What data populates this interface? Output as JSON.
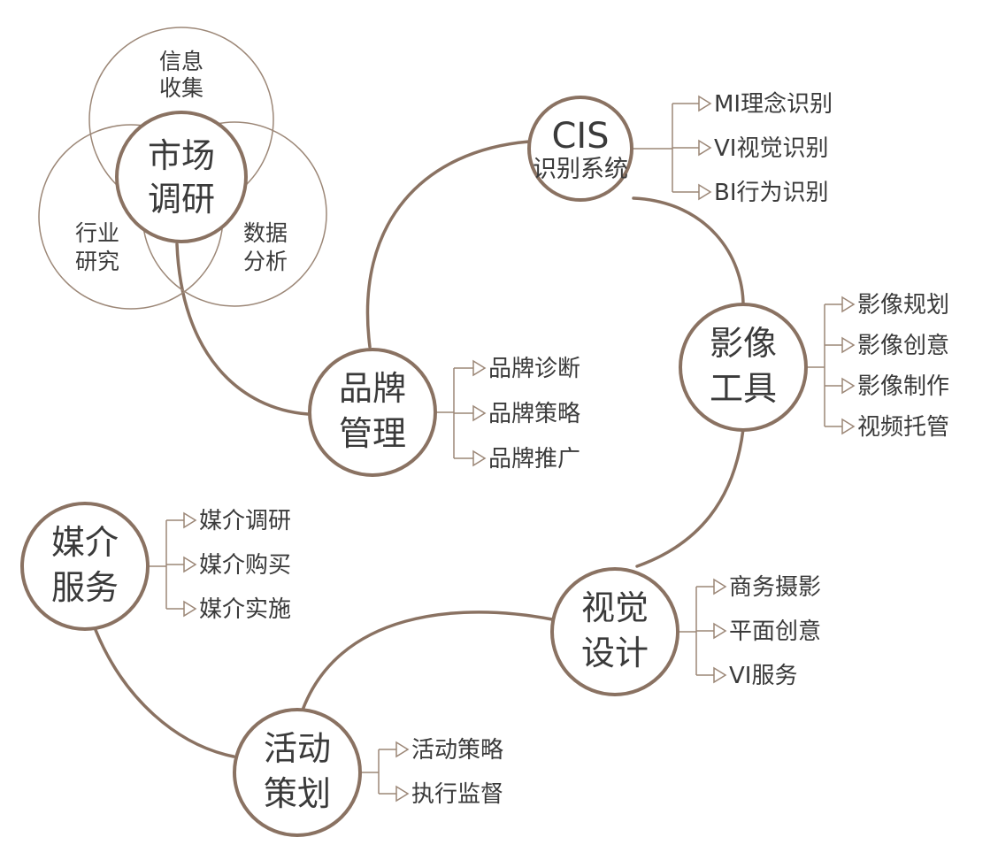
{
  "colors": {
    "stroke": "#8a7262",
    "thin_stroke": "#9c8777",
    "text": "#333333",
    "background": "#ffffff"
  },
  "venn": {
    "center": [
      "市场",
      "调研"
    ],
    "top": [
      "信息",
      "收集"
    ],
    "left": [
      "行业",
      "研究"
    ],
    "right": [
      "数据",
      "分析"
    ]
  },
  "nodes": [
    {
      "id": "cis",
      "lines": [
        "CIS",
        "识别系统"
      ],
      "items": [
        "MI理念识别",
        "VI视觉识别",
        "BI行为识别"
      ]
    },
    {
      "id": "brand",
      "lines": [
        "品牌",
        "管理"
      ],
      "items": [
        "品牌诊断",
        "品牌策略",
        "品牌推广"
      ]
    },
    {
      "id": "video",
      "lines": [
        "影像",
        "工具"
      ],
      "items": [
        "影像规划",
        "影像创意",
        "影像制作",
        "视频托管"
      ]
    },
    {
      "id": "media",
      "lines": [
        "媒介",
        "服务"
      ],
      "items": [
        "媒介调研",
        "媒介购买",
        "媒介实施"
      ]
    },
    {
      "id": "visual",
      "lines": [
        "视觉",
        "设计"
      ],
      "items": [
        "商务摄影",
        "平面创意",
        "VI服务"
      ]
    },
    {
      "id": "event",
      "lines": [
        "活动",
        "策划"
      ],
      "items": [
        "活动策略",
        "执行监督"
      ]
    }
  ]
}
